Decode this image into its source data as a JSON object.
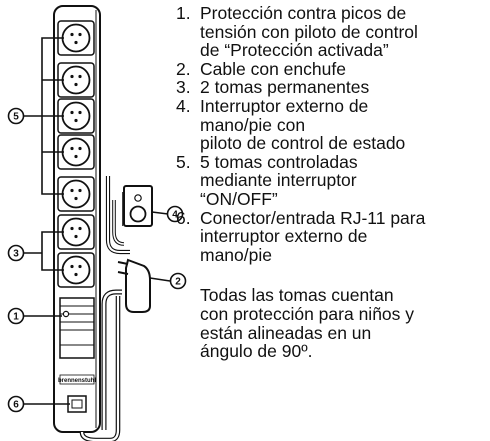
{
  "callouts": [
    "1",
    "2",
    "3",
    "4",
    "5",
    "6"
  ],
  "brand_mark": "brennenstuhl",
  "legend": {
    "items": [
      {
        "num": "1.",
        "lines": [
          "Protección contra picos de",
          "tensión con piloto de control",
          "de “Protección activada”"
        ]
      },
      {
        "num": "2.",
        "lines": [
          "Cable con enchufe"
        ]
      },
      {
        "num": "3.",
        "lines": [
          "2 tomas permanentes"
        ]
      },
      {
        "num": "4.",
        "lines": [
          "Interruptor externo de",
          "mano/pie con",
          "piloto de control de estado"
        ]
      },
      {
        "num": "5.",
        "lines": [
          "5 tomas controladas",
          "mediante interruptor",
          "“ON/OFF”"
        ]
      },
      {
        "num": "6.",
        "lines": [
          "Conector/entrada RJ-11 para",
          "interruptor externo de",
          "mano/pie"
        ]
      }
    ],
    "note": [
      "Todas las tomas cuentan",
      "con protección para niños y",
      "están alineadas en un",
      "ángulo de 90º."
    ]
  }
}
